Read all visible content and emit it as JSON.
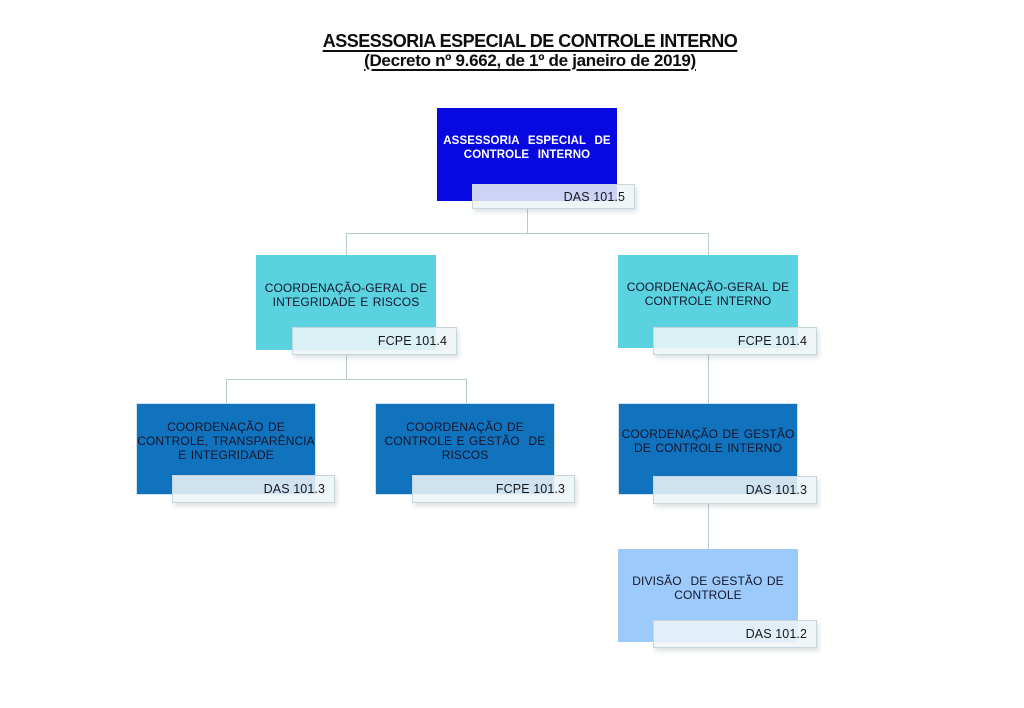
{
  "title": {
    "line1": "ASSESSORIA ESPECIAL DE CONTROLE INTERNO",
    "line2": "(Decreto nº 9.662, de 1º de janeiro de 2019)"
  },
  "colors": {
    "root_box": "#0808e0",
    "level2_box": "#5ad2e0",
    "level3_box": "#1173be",
    "level4_box": "#9ccafa",
    "badge_fill": "#eef5f7",
    "badge_border": "#c6d6da",
    "connector": "#b7cbcb",
    "root_text": "#ffffff",
    "node_text": "#15152b"
  },
  "nodes": {
    "root": {
      "title": "ASSESSORIA  ESPECIAL  DE\nCONTROLE  INTERNO",
      "badge": "DAS 101.5"
    },
    "cg_integridade": {
      "title": "COORDENAÇÃO-GERAL DE\nINTEGRIDADE E RISCOS",
      "badge": "FCPE 101.4"
    },
    "cg_controle_interno": {
      "title": "COORDENAÇÃO-GERAL DE\nCONTROLE INTERNO",
      "badge": "FCPE 101.4"
    },
    "coord_controle_transparencia": {
      "title": "COORDENAÇÃO DE\nCONTROLE, TRANSPARÊNCIA\nE INTEGRIDADE",
      "badge": "DAS 101.3"
    },
    "coord_controle_gestao_riscos": {
      "title": "COORDENAÇÃO DE\nCONTROLE E GESTÃO  DE\nRISCOS",
      "badge": "FCPE 101.3"
    },
    "coord_gestao_controle_interno": {
      "title": "COORDENAÇÃO DE GESTÃO\nDE CONTROLE INTERNO",
      "badge": "DAS 101.3"
    },
    "divisao_gestao_controle": {
      "title": "DIVISÃO  DE GESTÃO DE\nCONTROLE",
      "badge": "DAS 101.2"
    }
  }
}
